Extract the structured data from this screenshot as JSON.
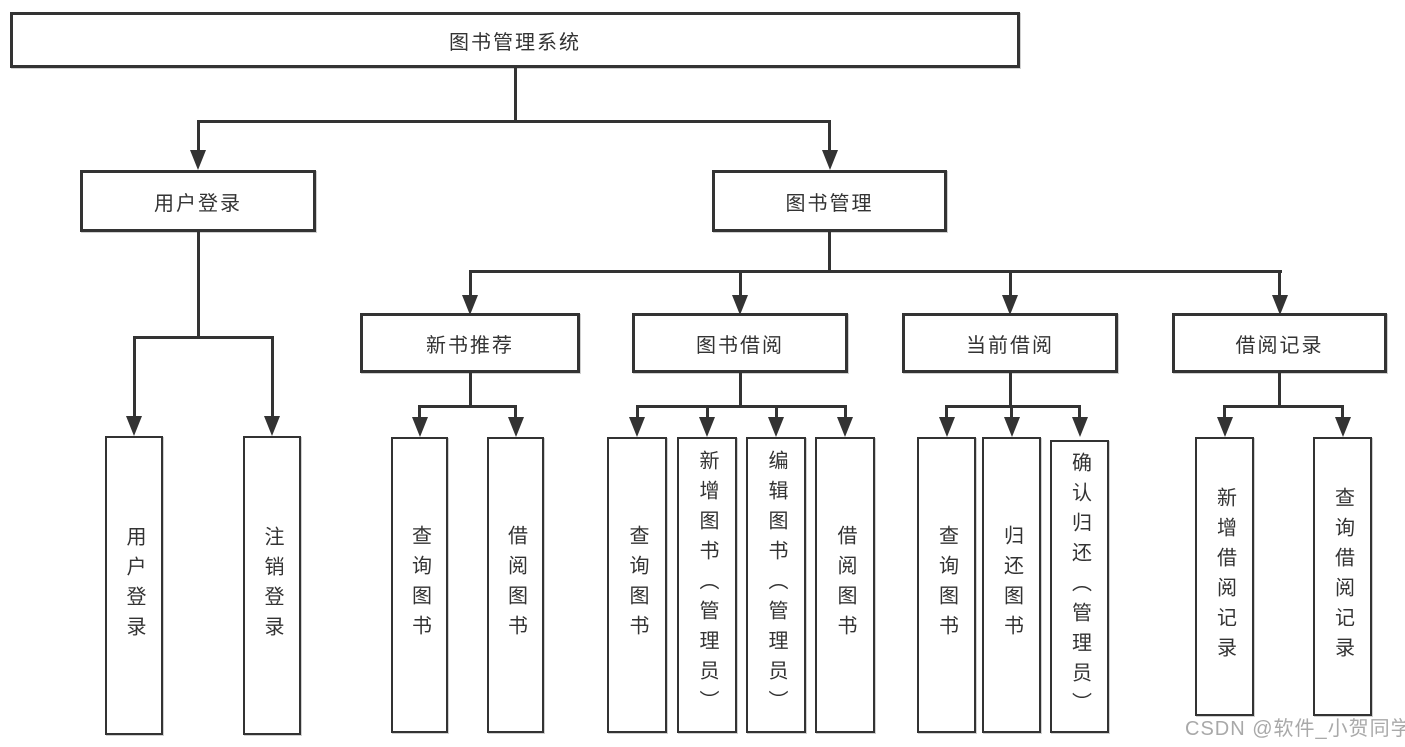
{
  "tree": {
    "root": {
      "label": "图书管理系统",
      "children": [
        {
          "label": "用户登录",
          "children": [
            {
              "label": "用户登录"
            },
            {
              "label": "注销登录"
            }
          ]
        },
        {
          "label": "图书管理",
          "children": [
            {
              "label": "新书推荐",
              "children": [
                {
                  "label": "查询图书"
                },
                {
                  "label": "借阅图书"
                }
              ]
            },
            {
              "label": "图书借阅",
              "children": [
                {
                  "label": "查询图书"
                },
                {
                  "label": "新增图书（管理员）"
                },
                {
                  "label": "编辑图书（管理员）"
                },
                {
                  "label": "借阅图书"
                }
              ]
            },
            {
              "label": "当前借阅",
              "children": [
                {
                  "label": "查询图书"
                },
                {
                  "label": "归还图书"
                },
                {
                  "label": "确认归还（管理员）"
                }
              ]
            },
            {
              "label": "借阅记录",
              "children": [
                {
                  "label": "新增借阅记录"
                },
                {
                  "label": "查询借阅记录"
                }
              ]
            }
          ]
        }
      ]
    }
  },
  "watermark": "CSDN @软件_小贺同学",
  "colors": {
    "line": "#333333",
    "text": "#333333",
    "background": "#ffffff",
    "watermark": "#a9a9a9"
  }
}
